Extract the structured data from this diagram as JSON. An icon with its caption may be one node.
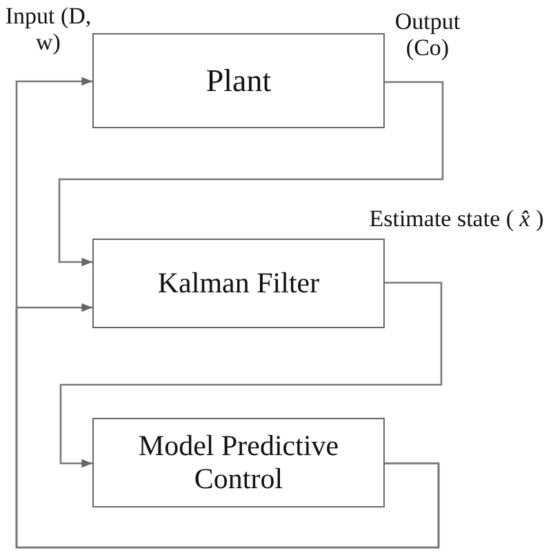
{
  "diagram": {
    "nodes": [
      {
        "text": [
          "Plant"
        ],
        "beside": [
          "Input (D, w)",
          "Output (Co)"
        ]
      },
      {
        "text": [
          "Kalman Filter"
        ],
        "beside": [
          "Estimate state ( *x̂* )"
        ]
      },
      {
        "text": [
          "Model Predictive Control"
        ]
      }
    ],
    "edges": [
      {
        "from": 0,
        "to": 1,
        "arrow": "to"
      },
      {
        "from": 1,
        "to": 2,
        "arrow": "to"
      },
      {
        "from": 2,
        "to": 0,
        "arrow": "to"
      },
      {
        "from": 2,
        "to": 1,
        "arrow": "to"
      }
    ]
  }
}
